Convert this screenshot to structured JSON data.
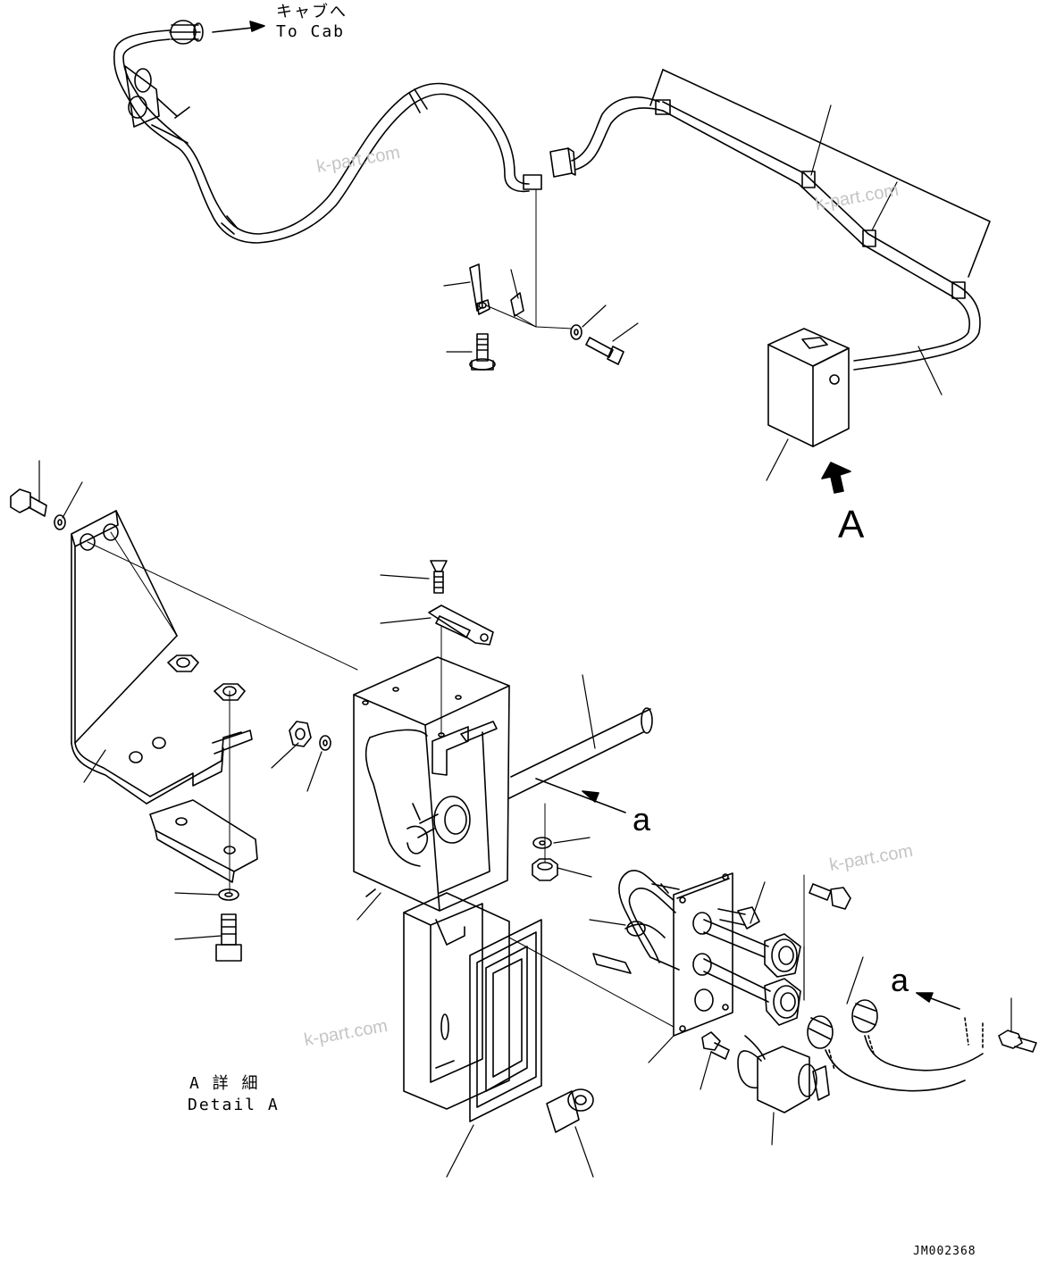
{
  "labels": {
    "to_cab_jp": "キャブへ",
    "to_cab_en": "To Cab",
    "view_a": "A",
    "detail_jp": "A 詳 細",
    "detail_en": "Detail A",
    "section_a_right": "a",
    "section_a_left": "a",
    "drawing_code": "JM002368"
  },
  "watermarks": [
    "k-part.com",
    "k-part.com",
    "k-part.com",
    "k-part.com"
  ]
}
